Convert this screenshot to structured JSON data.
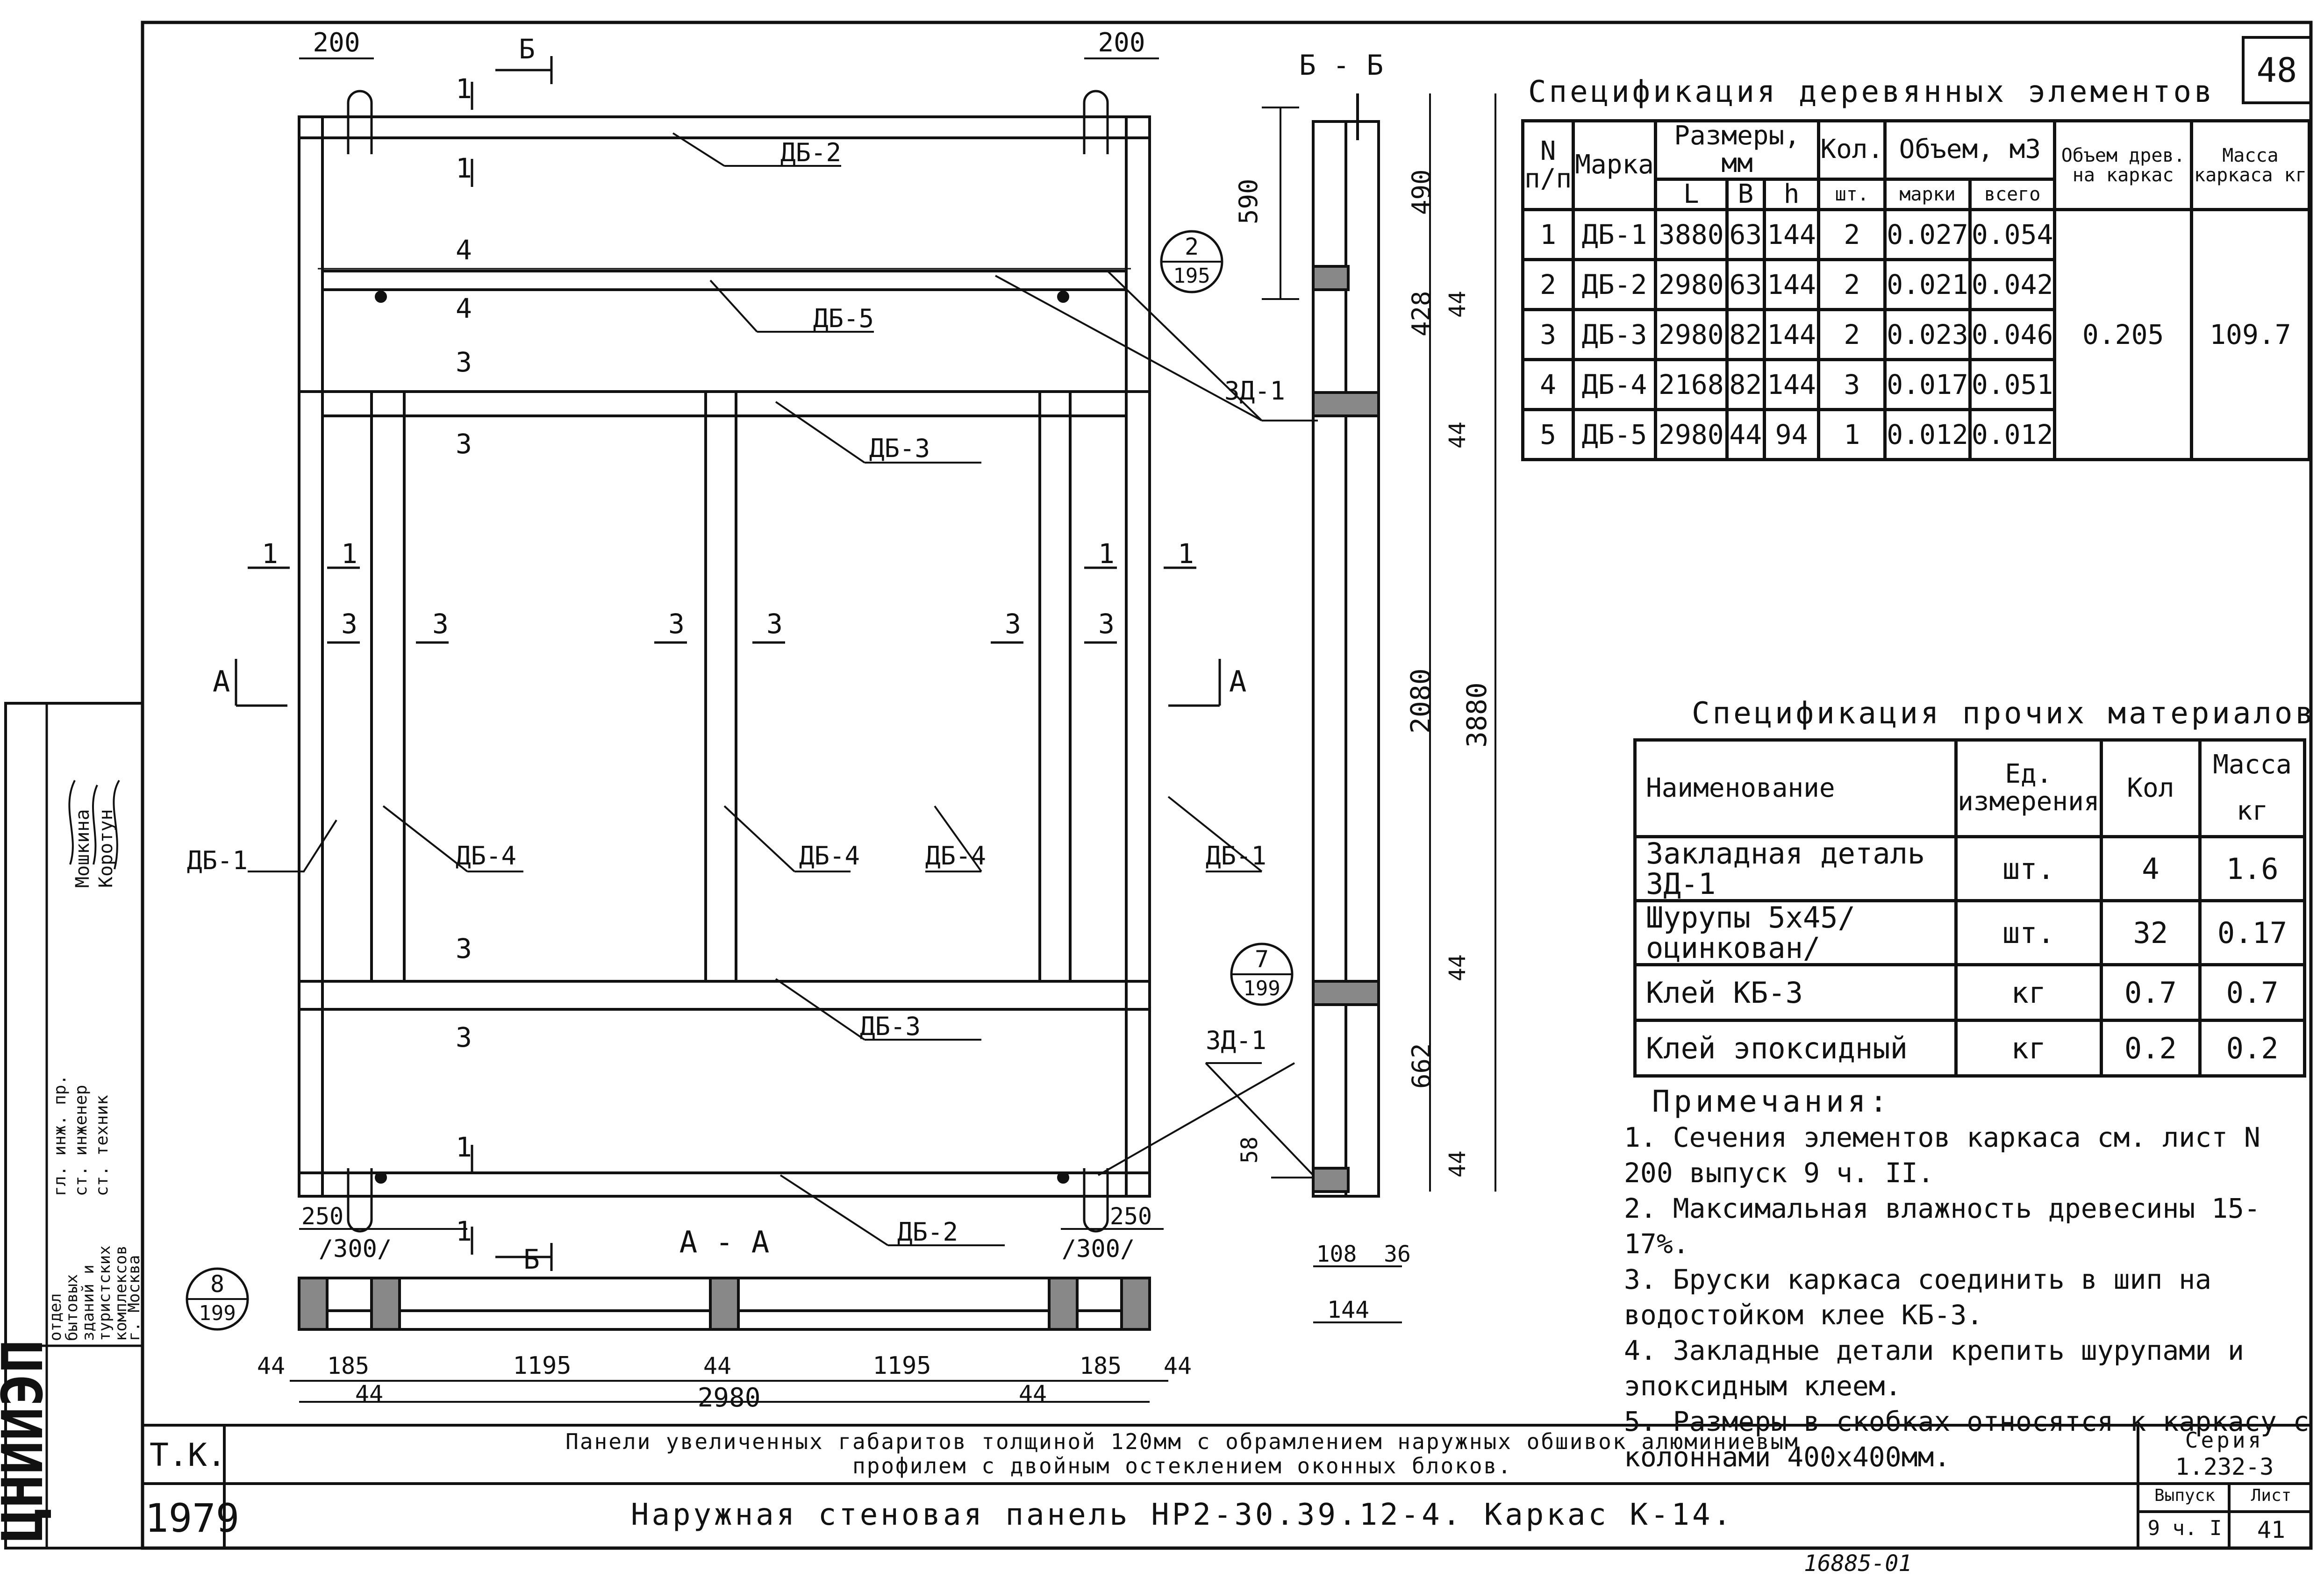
{
  "sheet_number": "48",
  "drawing": {
    "dims_top": [
      "200",
      "200"
    ],
    "dims_bottom": [
      "250",
      "/300/",
      "250",
      "/300/"
    ],
    "dims_plan": [
      "44",
      "185",
      "1195",
      "44",
      "1195",
      "185",
      "44",
      "44",
      "2980",
      "44"
    ],
    "dims_side": [
      "590",
      "490",
      "428",
      "44",
      "44",
      "2080",
      "3880",
      "44",
      "662",
      "44",
      "58",
      "108",
      "36",
      "144"
    ],
    "section_marks": [
      "Б",
      "Б",
      "1",
      "1",
      "1",
      "1",
      "1",
      "1",
      "1",
      "1",
      "3",
      "3",
      "3",
      "3",
      "3",
      "3",
      "3",
      "3",
      "3",
      "3",
      "3",
      "4",
      "4",
      "А",
      "А"
    ],
    "section_labels": [
      "Б - Б",
      "А - А"
    ],
    "element_labels": [
      "ДБ-2",
      "ДБ-5",
      "ДБ-3",
      "ДБ-1",
      "ДБ-4",
      "ДБ-4",
      "ДБ-4",
      "ДБ-1",
      "ДБ-3",
      "ДБ-2",
      "ЗД-1",
      "ЗД-1"
    ],
    "callouts": [
      {
        "top": "2",
        "bottom": "195"
      },
      {
        "top": "7",
        "bottom": "199"
      },
      {
        "top": "8",
        "bottom": "199"
      }
    ]
  },
  "wood_spec": {
    "title": "Спецификация деревянных элементов каркаса",
    "headers": {
      "num": "N п/п",
      "mark": "Марка",
      "sizes": "Размеры, мм",
      "l": "L",
      "b": "B",
      "h": "h",
      "qty": "Кол.",
      "qty_unit": "шт.",
      "volume": "Объем, м3",
      "vol_mark": "марки",
      "vol_total": "всего",
      "vol_frame": "Объем древ. на каркас",
      "mass": "Масса каркаса кг"
    },
    "rows": [
      {
        "n": "1",
        "mark": "ДБ-1",
        "l": "3880",
        "b": "63",
        "h": "144",
        "qty": "2",
        "vm": "0.027",
        "vt": "0.054"
      },
      {
        "n": "2",
        "mark": "ДБ-2",
        "l": "2980",
        "b": "63",
        "h": "144",
        "qty": "2",
        "vm": "0.021",
        "vt": "0.042"
      },
      {
        "n": "3",
        "mark": "ДБ-3",
        "l": "2980",
        "b": "82",
        "h": "144",
        "qty": "2",
        "vm": "0.023",
        "vt": "0.046"
      },
      {
        "n": "4",
        "mark": "ДБ-4",
        "l": "2168",
        "b": "82",
        "h": "144",
        "qty": "3",
        "vm": "0.017",
        "vt": "0.051"
      },
      {
        "n": "5",
        "mark": "ДБ-5",
        "l": "2980",
        "b": "44",
        "h": "94",
        "qty": "1",
        "vm": "0.012",
        "vt": "0.012"
      }
    ],
    "frame_volume": "0.205",
    "frame_mass": "109.7"
  },
  "other_spec": {
    "title": "Спецификация прочих материалов",
    "headers": {
      "name": "Наименование",
      "unit": "Ед. измерения",
      "qty": "Кол",
      "mass": "Масса",
      "mass_unit": "кг"
    },
    "rows": [
      {
        "name": "Закладная деталь ЗД-1",
        "unit": "шт.",
        "qty": "4",
        "mass": "1.6"
      },
      {
        "name": "Шурупы 5x45/оцинкован/",
        "unit": "шт.",
        "qty": "32",
        "mass": "0.17"
      },
      {
        "name": "Клей КБ-3",
        "unit": "кг",
        "qty": "0.7",
        "mass": "0.7"
      },
      {
        "name": "Клей эпоксидный",
        "unit": "кг",
        "qty": "0.2",
        "mass": "0.2"
      }
    ]
  },
  "notes": {
    "heading": "Примечания:",
    "items": [
      "1. Сечения элементов каркаса см. лист N 200 выпуск 9 ч. II.",
      "2. Максимальная влажность древесины 15-17%.",
      "3. Бруски каркаса соединить в шип на водостойком клее КБ-3.",
      "4. Закладные детали крепить шурупами и эпоксидным клеем.",
      "5. Размеры в скобках относятся к каркасу с колоннами 400x400мм."
    ]
  },
  "title_block": {
    "code": "Т.К.",
    "year": "1979",
    "title_line1": "Панели увеличенных габаритов толщиной 120мм с обрамлением наружных обшивок алюминиевым",
    "title_line2": "профилем с двойным остеклением оконных блоков.",
    "sheet_title": "Наружная стеновая панель НР2-30.39.12-4. Каркас К-14.",
    "series_label": "Серия",
    "series": "1.232-3",
    "issue_label": "Выпуск",
    "issue": "9 ч. I",
    "sheet_label": "Лист",
    "sheet": "41",
    "inventory": "16885-01"
  },
  "side_stamp": {
    "org": "ЦНИИЭП",
    "dept_lines": [
      "отдел",
      "бытовых",
      "зданий и",
      "туристских",
      "комплексов",
      "г. Москва"
    ],
    "roles": [
      "гл. инж. пр.",
      "ст. инженер",
      "ст. техник"
    ],
    "names": [
      "Мошкина",
      "Коротун"
    ]
  }
}
